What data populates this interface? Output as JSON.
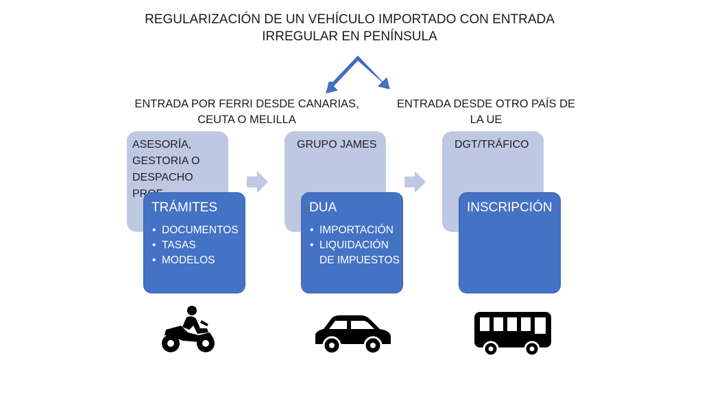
{
  "title_line1": "REGULARIZACIÓN DE UN VEHÍCULO IMPORTADO CON ENTRADA",
  "title_line2": "IRREGULAR EN PENÍNSULA",
  "left_heading_line1": "ENTRADA POR FERRI DESDE CANARIAS,",
  "left_heading_line2": "CEUTA O MELILLA",
  "right_heading_line1": "ENTRADA DESDE OTRO PAÍS DE",
  "right_heading_line2": "LA UE",
  "steps": [
    {
      "label": "ASESORÍA, GESTORIA O DESPACHO PROF.",
      "label_lines": [
        "ASESORÍA,",
        "GESTORIA O",
        "DESPACHO PROF."
      ],
      "card_title": "TRÁMITES",
      "items": [
        "DOCUMENTOS",
        "TASAS",
        "MODELOS"
      ],
      "icon": "motorcycle-icon"
    },
    {
      "label": "GRUPO JAMES",
      "label_lines": [
        "GRUPO JAMES"
      ],
      "card_title": "DUA",
      "items": [
        "IMPORTACIÓN",
        "LIQUIDACIÓN\nDE IMPUESTOS"
      ],
      "icon": "car-icon"
    },
    {
      "label": "DGT/TRÁFICO",
      "label_lines": [
        "DGT/TRÁFICO"
      ],
      "card_title": "INSCRIPCIÓN",
      "items": [],
      "icon": "bus-icon"
    }
  ],
  "colors": {
    "light_box": "#bfc8e3",
    "dark_box": "#4472c4",
    "arrow": "#4472c4",
    "step_arrow": "#bfc8e3",
    "icon": "#000000"
  }
}
